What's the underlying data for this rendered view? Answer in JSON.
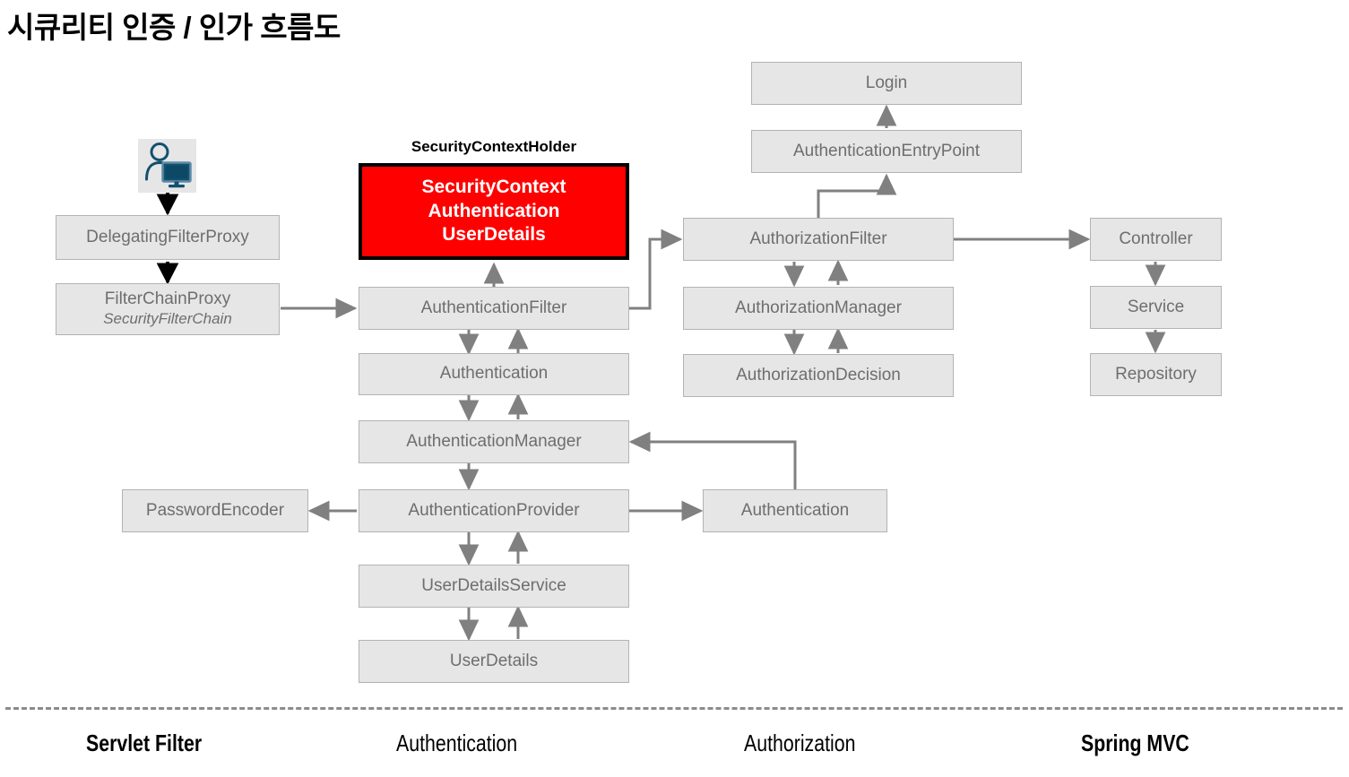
{
  "title": "시큐리티 인증 / 인가 흐름도",
  "colors": {
    "box_fill": "#e6e6e6",
    "box_border": "#b3b3b3",
    "box_text": "#6e6e6e",
    "highlight_fill": "#ff0000",
    "highlight_border": "#000000",
    "highlight_text": "#ffffff",
    "arrow_gray": "#808080",
    "arrow_black": "#000000",
    "icon_blue": "#12506f",
    "separator": "#8c8c8c"
  },
  "captions": {
    "security_context_holder": "SecurityContextHolder"
  },
  "icons": {
    "user": "user-at-computer-icon"
  },
  "nodes": {
    "delegating_filter_proxy": "DelegatingFilterProxy",
    "filter_chain_proxy": "FilterChainProxy",
    "filter_chain_proxy_sub": "SecurityFilterChain",
    "security_context": "SecurityContext",
    "authentication_hl": "Authentication",
    "user_details_hl": "UserDetails",
    "authentication_filter": "AuthenticationFilter",
    "authentication": "Authentication",
    "authentication_manager": "AuthenticationManager",
    "authentication_provider": "AuthenticationProvider",
    "password_encoder": "PasswordEncoder",
    "authentication_token": "Authentication",
    "user_details_service": "UserDetailsService",
    "user_details": "UserDetails",
    "login": "Login",
    "authentication_entry_point": "AuthenticationEntryPoint",
    "authorization_filter": "AuthorizationFilter",
    "authorization_manager": "AuthorizationManager",
    "authorization_decision": "AuthorizationDecision",
    "controller": "Controller",
    "service": "Service",
    "repository": "Repository"
  },
  "footer": [
    {
      "label": "Servlet Filter",
      "bold": true
    },
    {
      "label": "Authentication",
      "bold": false
    },
    {
      "label": "Authorization",
      "bold": false
    },
    {
      "label": "Spring MVC",
      "bold": true
    }
  ]
}
